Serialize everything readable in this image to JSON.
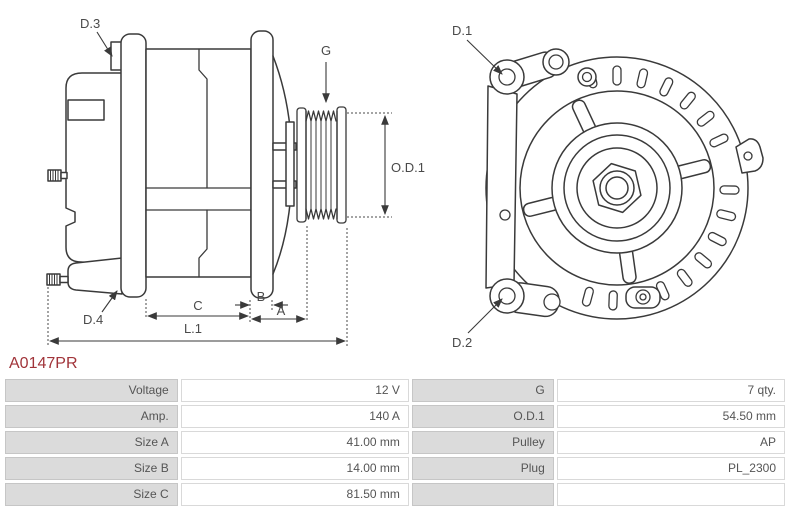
{
  "part_number": "A0147PR",
  "colors": {
    "title": "#a1343a",
    "drawing_line": "#3a3a3a",
    "table_label_bg": "#dbdbdb",
    "table_border": "#c6c6c6",
    "text": "#555555"
  },
  "diagram": {
    "side": {
      "d3": "D.3",
      "d4": "D.4",
      "g": "G",
      "od1": "O.D.1",
      "dim_c": "C",
      "dim_b": "B",
      "dim_a": "A",
      "dim_l1": "L.1"
    },
    "front": {
      "d1": "D.1",
      "d2": "D.2"
    }
  },
  "table": {
    "rows": [
      {
        "label_left": "Voltage",
        "value_left": "12 V",
        "label_right": "G",
        "value_right": "7 qty."
      },
      {
        "label_left": "Amp.",
        "value_left": "140 A",
        "label_right": "O.D.1",
        "value_right": "54.50 mm"
      },
      {
        "label_left": "Size A",
        "value_left": "41.00 mm",
        "label_right": "Pulley",
        "value_right": "AP"
      },
      {
        "label_left": "Size B",
        "value_left": "14.00 mm",
        "label_right": "Plug",
        "value_right": "PL_2300"
      },
      {
        "label_left": "Size C",
        "value_left": "81.50 mm",
        "label_right": "",
        "value_right": ""
      }
    ]
  }
}
